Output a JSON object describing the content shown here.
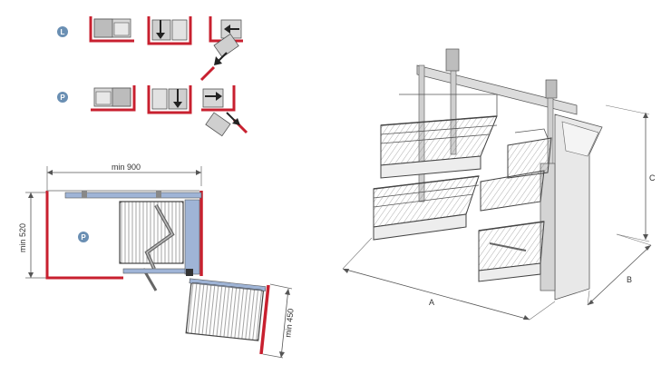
{
  "colors": {
    "wall_red": "#c8202f",
    "badge_blue": "#6a8fb3",
    "panel_blue": "#9fb4d6",
    "line_gray": "#555555",
    "unit_fill": "#e4e4e4",
    "background": "#ffffff"
  },
  "badges": {
    "left": "L",
    "right": "P",
    "plan": "P"
  },
  "plan": {
    "width_label": "min 900",
    "depth_label": "min 520",
    "extension_label": "min 450"
  },
  "iso": {
    "dim_a": "A",
    "dim_b": "B",
    "dim_c": "C"
  }
}
